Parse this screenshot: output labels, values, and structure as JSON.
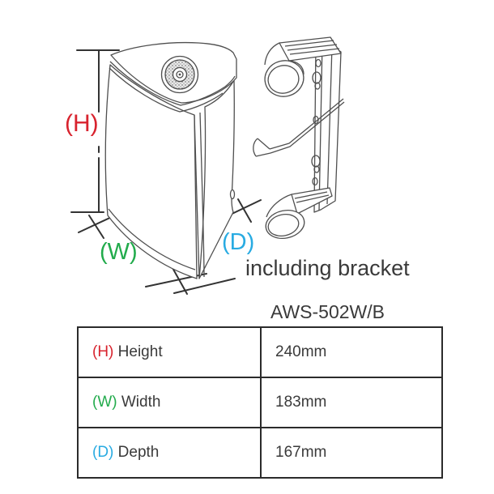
{
  "diagram": {
    "height_label": "(H)",
    "width_label": "(W)",
    "depth_label": "(D)",
    "note": "including bracket",
    "colors": {
      "height": "#d8232e",
      "width": "#22ab4c",
      "depth": "#29abe2",
      "line_art": "#4f4f4f",
      "dimension_lines": "#333333",
      "table_border": "#2b2b2b",
      "text": "#3a3a3a"
    }
  },
  "spec_table": {
    "header": "AWS-502W/B",
    "rows": [
      {
        "prefix": "(H)",
        "label": "Height",
        "value": "240mm"
      },
      {
        "prefix": "(W)",
        "label": "Width",
        "value": "183mm"
      },
      {
        "prefix": "(D)",
        "label": "Depth",
        "value": "167mm"
      }
    ]
  }
}
